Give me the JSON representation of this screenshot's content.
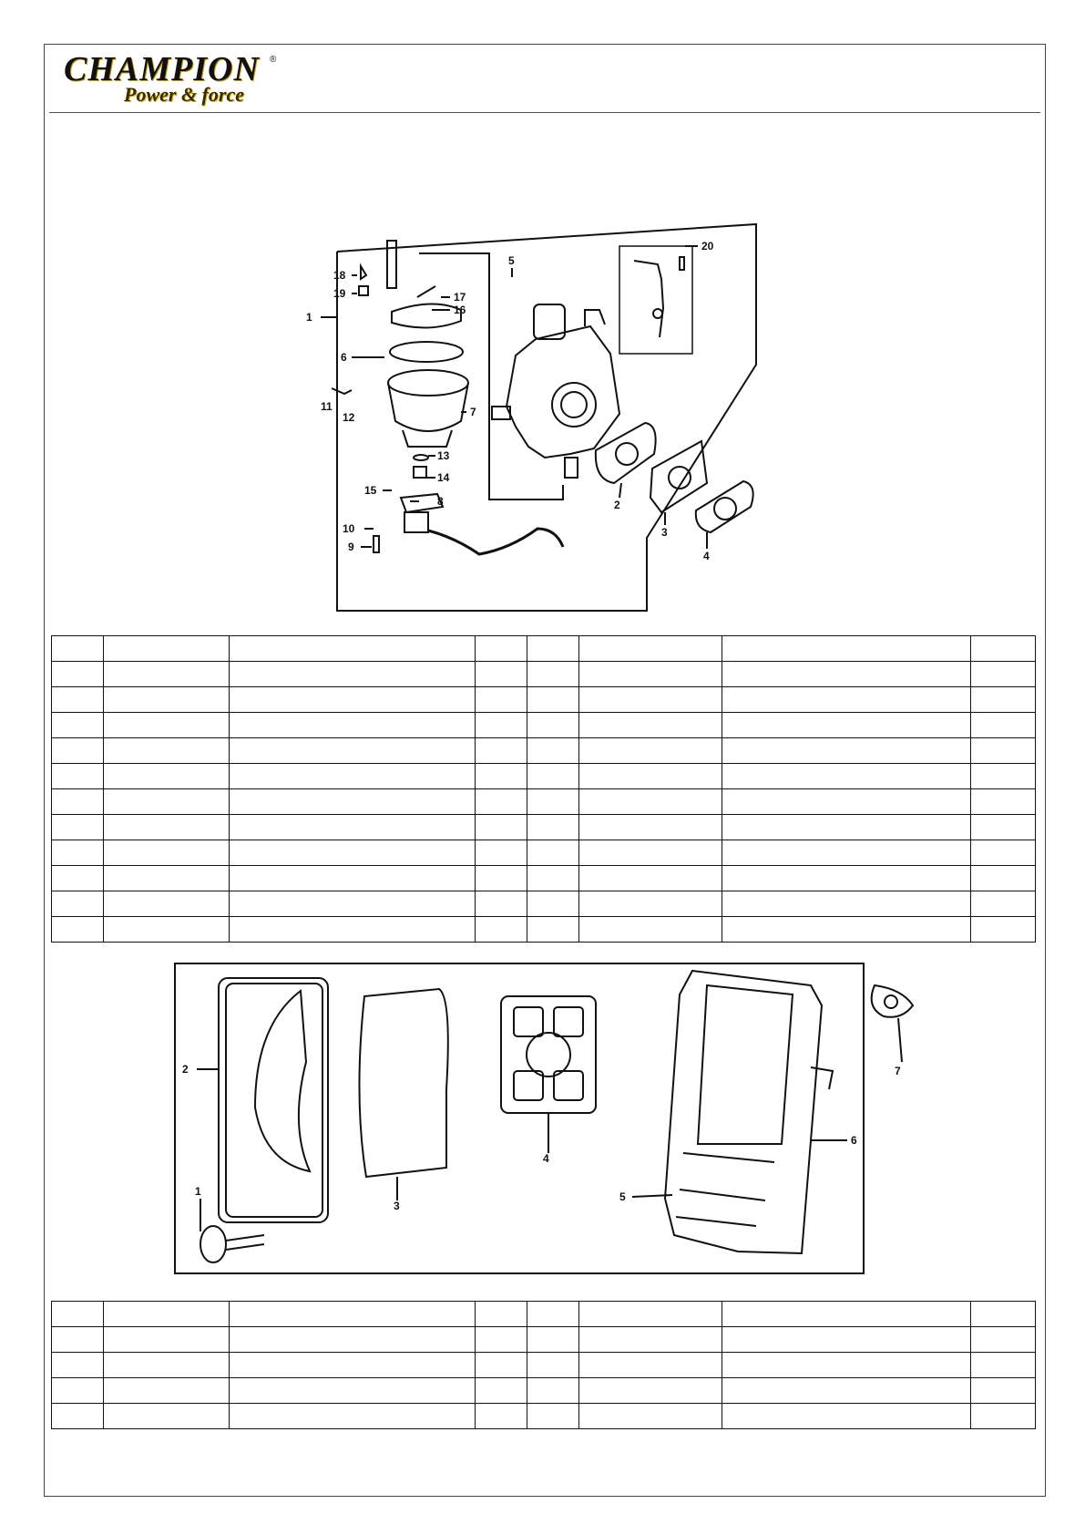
{
  "brand": {
    "name": "CHAMPION",
    "registered": "®",
    "tagline": "Power & force"
  },
  "carburetor_callouts": [
    "1",
    "2",
    "3",
    "4",
    "5",
    "6",
    "7",
    "8",
    "9",
    "10",
    "11",
    "12",
    "13",
    "14",
    "15",
    "16",
    "17",
    "18",
    "19",
    "20"
  ],
  "air_filter_callouts": [
    "1",
    "2",
    "3",
    "4",
    "5",
    "6",
    "7"
  ],
  "table1": {
    "rows": 12,
    "columns": 8
  },
  "table2": {
    "rows": 5,
    "columns": 8
  }
}
